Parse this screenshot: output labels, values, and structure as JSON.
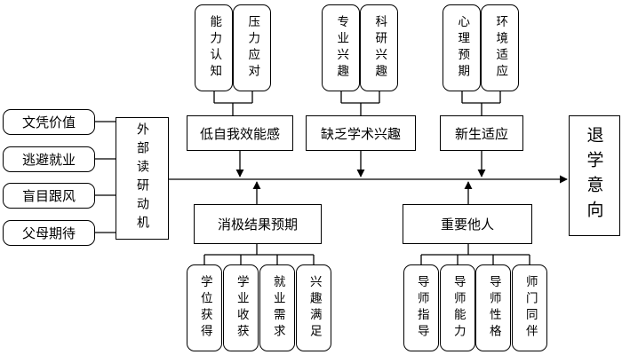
{
  "external_motivation": {
    "title": "外部读研动机",
    "items": [
      "文凭价值",
      "逃避就业",
      "盲目跟风",
      "父母期待"
    ]
  },
  "outcome": "退学意向",
  "top_factors": [
    {
      "label": "低自我效能感",
      "items": [
        "能力认知",
        "压力应对"
      ]
    },
    {
      "label": "缺乏学术兴趣",
      "items": [
        "专业兴趣",
        "科研兴趣"
      ]
    },
    {
      "label": "新生适应",
      "items": [
        "心理预期",
        "环境适应"
      ]
    }
  ],
  "bottom_factors": [
    {
      "label": "消极结果预期",
      "items": [
        "学位获得",
        "学业收获",
        "就业需求",
        "兴趣满足"
      ]
    },
    {
      "label": "重要他人",
      "items": [
        "导师指导",
        "导师能力",
        "导师性格",
        "师门同伴"
      ]
    }
  ]
}
